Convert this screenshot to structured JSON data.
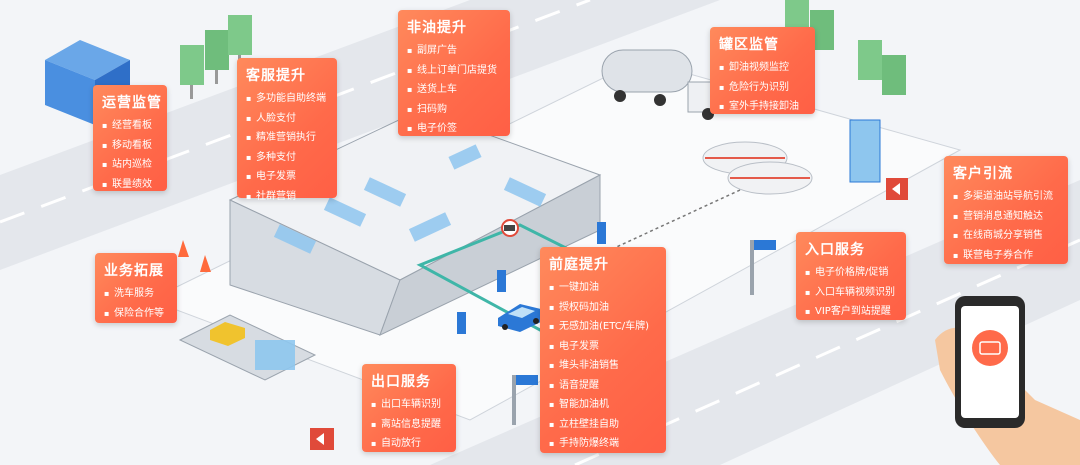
{
  "colors": {
    "card": "#ff6a4a",
    "road": "#e6e9ee",
    "glass": "#8ec6ee",
    "teal": "#3fb6a8",
    "phone": "#2a2a2a"
  },
  "cards": {
    "ops": {
      "title": "运营监管",
      "items": [
        "经营看板",
        "移动看板",
        "站内巡检",
        "联量绩效"
      ]
    },
    "service": {
      "title": "客服提升",
      "items": [
        "多功能自助终端",
        "人脸支付",
        "精准营销执行",
        "多种支付",
        "电子发票",
        "社群营销"
      ]
    },
    "nonoil": {
      "title": "非油提升",
      "items": [
        "副屏广告",
        "线上订单门店提货",
        "送货上车",
        "扫码购",
        "电子价签"
      ]
    },
    "tank": {
      "title": "罐区监管",
      "items": [
        "卸油视频监控",
        "危险行为识别",
        "室外手持接卸油"
      ]
    },
    "customer": {
      "title": "客户引流",
      "items": [
        "多渠道油站导航引流",
        "营销消息通知触达",
        "在线商城分享销售",
        "联营电子券合作"
      ]
    },
    "business": {
      "title": "业务拓展",
      "items": [
        "洗车服务",
        "保险合作等"
      ]
    },
    "front": {
      "title": "前庭提升",
      "items": [
        "一键加油",
        "授权码加油",
        "无感加油(ETC/车牌)",
        "电子发票",
        "堆头非油销售",
        "语音提醒",
        "智能加油机",
        "立柱壁挂自助",
        "手持防爆终端"
      ]
    },
    "entry": {
      "title": "入口服务",
      "items": [
        "电子价格牌/促销",
        "入口车辆视频识别",
        "VIP客户到站提醒"
      ]
    },
    "exit": {
      "title": "出口服务",
      "items": [
        "出口车辆识别",
        "离站信息提醒",
        "自动放行"
      ]
    }
  },
  "icons": [
    "building-icon",
    "tree-icon",
    "tanker-truck-icon",
    "fuel-tank-icon",
    "camera-icon",
    "fuel-pump-icon",
    "car-icon",
    "traffic-cone-icon",
    "sign-post-icon",
    "exit-sign-icon",
    "phone-icon",
    "hand-icon",
    "money-icon"
  ]
}
